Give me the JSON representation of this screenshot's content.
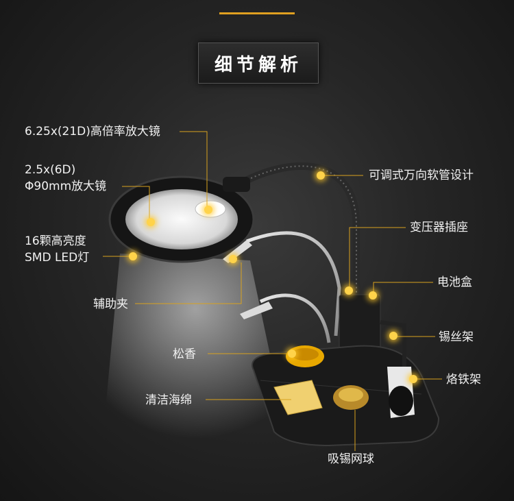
{
  "title": "细节解析",
  "labels": {
    "magnifier_high": "6.25x(21D)高倍率放大镜",
    "magnifier_low_1": "2.5x(6D)",
    "magnifier_low_2": "Φ90mm放大镜",
    "led_1": "16颗高亮度",
    "led_2": "SMD LED灯",
    "clamp": "辅助夹",
    "rosin": "松香",
    "sponge": "清洁海绵",
    "gooseneck": "可调式万向软管设计",
    "transformer": "变压器插座",
    "battery": "电池盒",
    "solder_rack": "锡丝架",
    "iron_stand": "烙铁架",
    "tip_cleaner": "吸锡网球"
  },
  "colors": {
    "accent": "#e0a020",
    "callout_line": "#d9a21e",
    "dot": "#ffd34a"
  }
}
